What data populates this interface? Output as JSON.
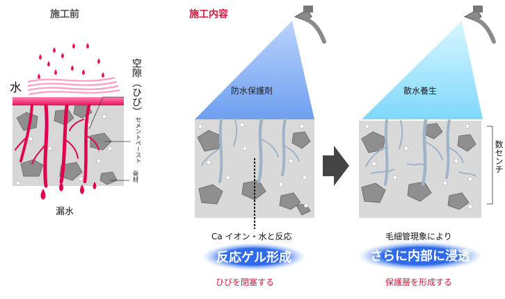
{
  "headings": {
    "before": "施工前",
    "process": "施工内容"
  },
  "before_panel": {
    "water": "水",
    "void": "空隙（ひび）",
    "cement_paste": "セメントペースト",
    "aggregate": "骨材",
    "leak": "漏水"
  },
  "middle_panel": {
    "spray_label": "防水保護剤",
    "reaction_note": "Ca イオン・水と反応",
    "result_title": "反応ゲル形成",
    "result_sub": "ひびを閉塞する"
  },
  "right_panel": {
    "spray_label": "散水養生",
    "capillary_note": "毛細管現象により",
    "result_title": "さらに内部に浸透",
    "result_sub": "保護層を形成する",
    "side_label": "数センチ"
  },
  "colors": {
    "crack_red": "#e0004f",
    "heading_red": "#d6173d",
    "heading_gray": "#555555",
    "pill_blue": "#3f7fea",
    "concrete": "#d7d7d7",
    "spray_blue": "#7aa7ef",
    "spray_cyan": "#8fe0ff"
  }
}
